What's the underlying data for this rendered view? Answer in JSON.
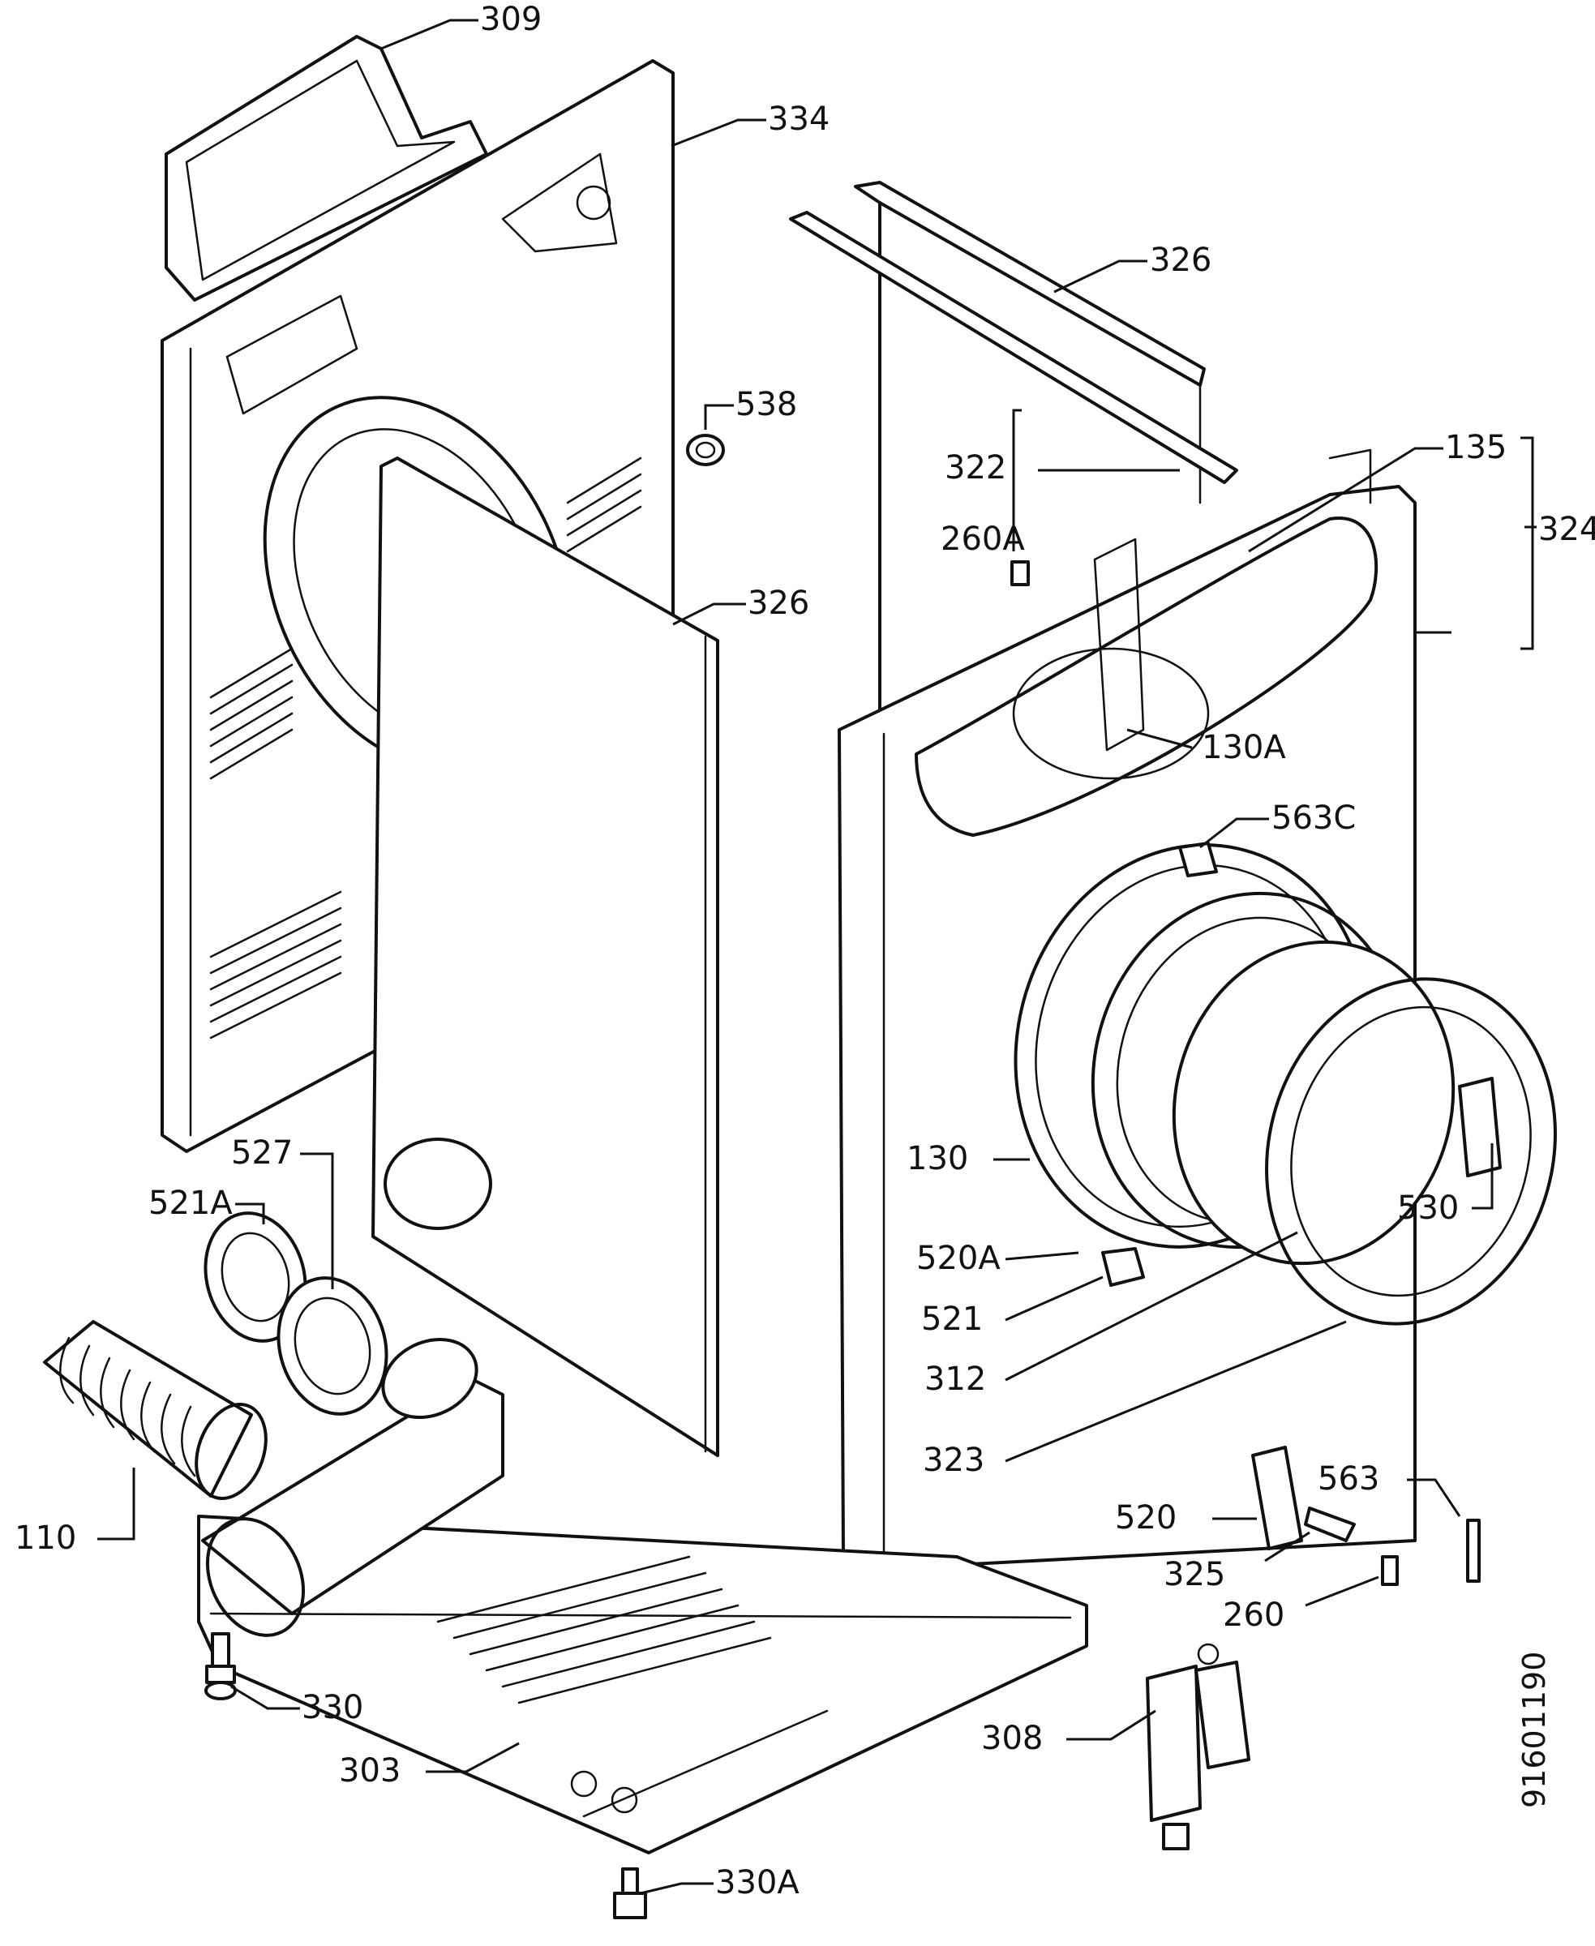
{
  "labels": {
    "l309": "309",
    "l334": "334",
    "l326a": "326",
    "l538": "538",
    "l322": "322",
    "l135": "135",
    "l324": "324",
    "l260a": "260A",
    "l326b": "326",
    "l130a": "130A",
    "l563c": "563C",
    "l130": "130",
    "l530": "530",
    "l527": "527",
    "l521a": "521A",
    "l520a": "520A",
    "l521": "521",
    "l312": "312",
    "l323": "323",
    "l563": "563",
    "l520": "520",
    "l325": "325",
    "l260": "260",
    "l110": "110",
    "l330": "330",
    "l308": "308",
    "l303": "303",
    "l330a": "330A"
  },
  "document_number": "91601190"
}
